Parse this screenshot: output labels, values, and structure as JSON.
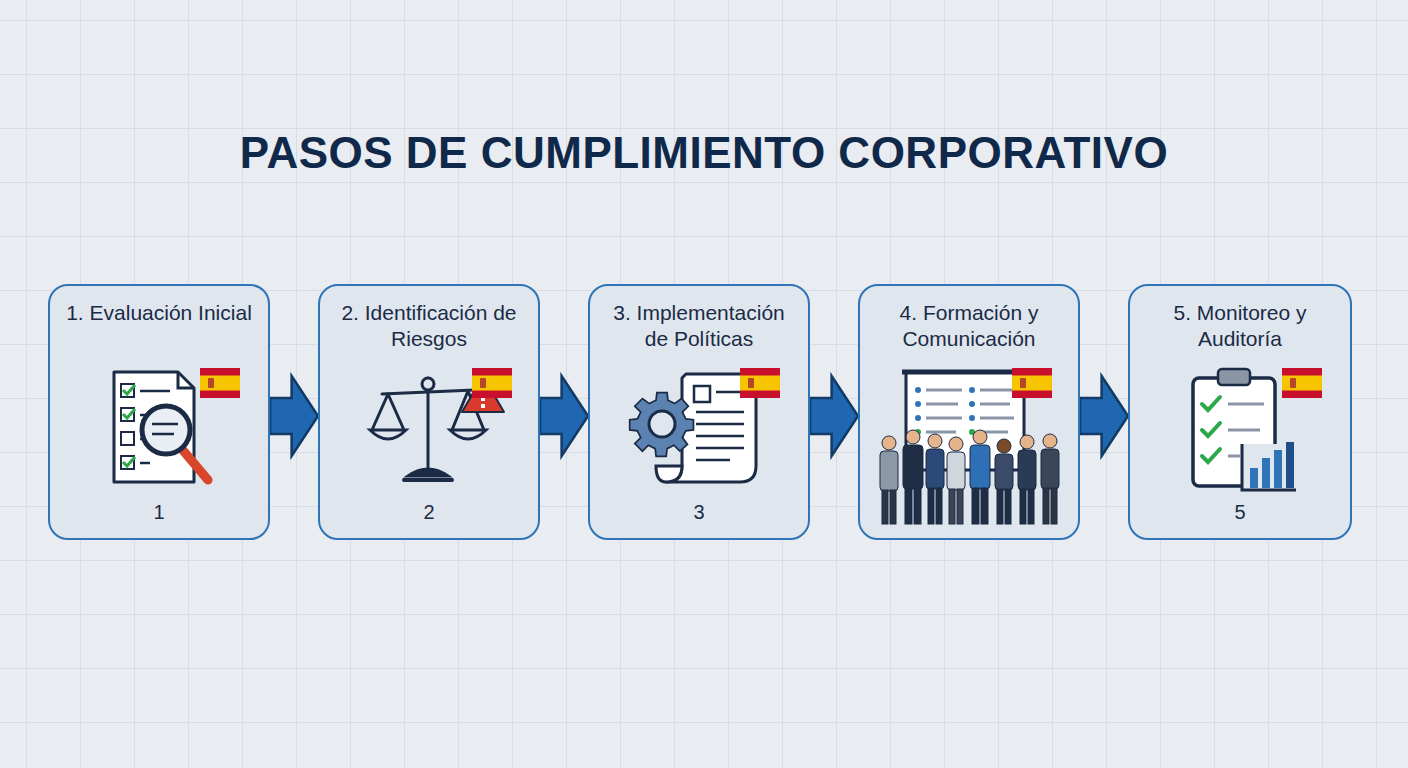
{
  "diagram": {
    "title": "PASOS DE CUMPLIMIENTO CORPORATIVO",
    "nodes": [
      {
        "text": [
          "1. Evaluación Inicial",
          "1"
        ]
      },
      {
        "text": [
          "2. Identificación de Riesgos",
          "2"
        ]
      },
      {
        "text": [
          "3. Implementación de Políticas",
          "3"
        ]
      },
      {
        "text": [
          "4. Formación y Comunicación"
        ]
      },
      {
        "text": [
          "5. Monitoreo y Auditoría",
          "5"
        ]
      }
    ],
    "edges": [
      {
        "from": 0,
        "to": 1,
        "arrow": "to"
      },
      {
        "from": 1,
        "to": 2,
        "arrow": "to"
      },
      {
        "from": 2,
        "to": 3,
        "arrow": "to"
      },
      {
        "from": 3,
        "to": 4,
        "arrow": "to"
      }
    ]
  }
}
